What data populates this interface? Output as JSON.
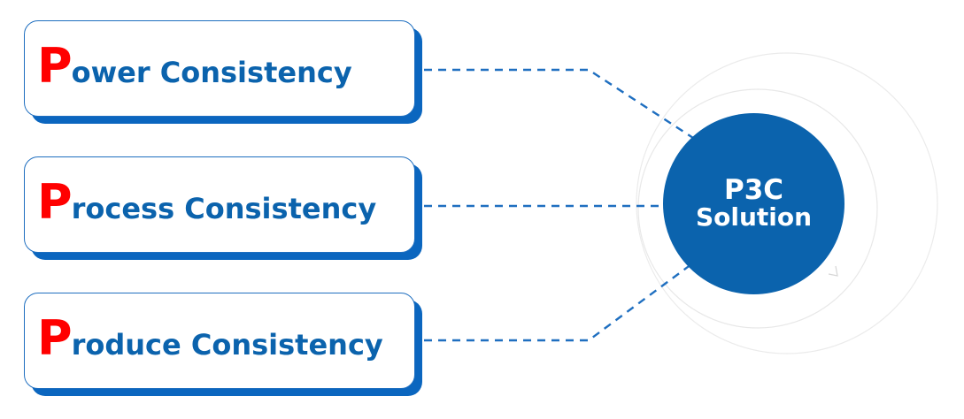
{
  "diagram": {
    "items": [
      {
        "initial": "P",
        "rest": "ower Consistency"
      },
      {
        "initial": "P",
        "rest": "rocess Consistency"
      },
      {
        "initial": "P",
        "rest": "roduce Consistency"
      }
    ],
    "hub": {
      "title": "P3C",
      "subtitle": "Solution"
    }
  },
  "colors": {
    "accent_blue": "#0b63ad",
    "card_shadow": "#0b66bf",
    "initial_red": "#ff0000"
  }
}
